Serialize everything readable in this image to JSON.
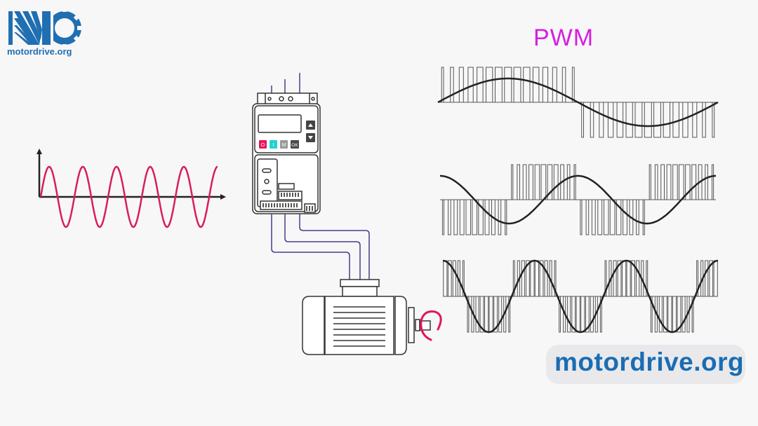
{
  "logo": {
    "text": "motordrive.org",
    "icon": "motordrive-gear-logo-icon",
    "color": "#1f6fb2"
  },
  "title": "PWM",
  "title_color": "#d81ee0",
  "watermark": {
    "text": "motordrive.org",
    "color": "#1a6db3"
  },
  "input_signal": {
    "label": "sine-wave-input",
    "color": "#d81e5b",
    "cycles": 5.25
  },
  "vfd": {
    "buttons": [
      {
        "label": "O",
        "color": "#e8175d"
      },
      {
        "label": "I",
        "color": "#22d3d3"
      },
      {
        "label": "M",
        "color": "#9a9a9a"
      },
      {
        "label": "OK",
        "color": "#4a4a4a"
      }
    ],
    "arrow_buttons": [
      "up",
      "down"
    ],
    "wire_color": "#4b3a8a"
  },
  "motor": {
    "label": "electric-motor",
    "shaft_highlight_color": "#e0175d"
  },
  "pwm_waveforms": [
    {
      "name": "pwm-low-frequency",
      "cycles": 1
    },
    {
      "name": "pwm-medium-frequency",
      "cycles": 2
    },
    {
      "name": "pwm-high-frequency",
      "cycles": 3
    }
  ]
}
